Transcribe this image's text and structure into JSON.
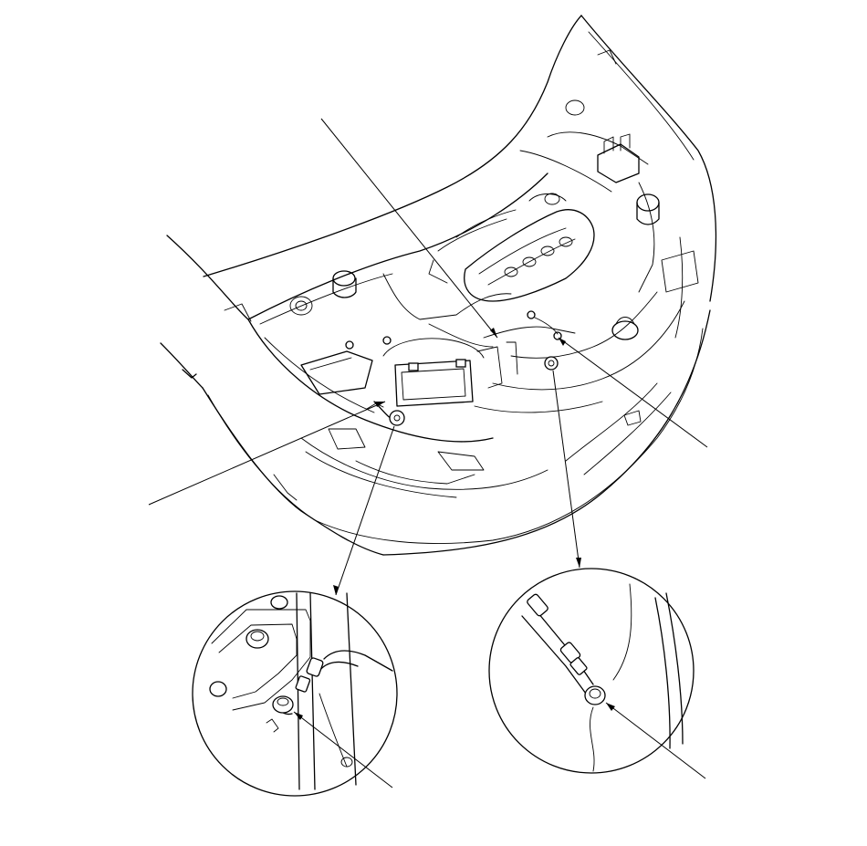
{
  "diagram": {
    "kind": "line-art",
    "colors": {
      "stroke": "#000000",
      "background": "#ffffff"
    },
    "parts": [
      "hood-outline",
      "engine-compartment",
      "battery",
      "engine-cover",
      "ground-bolt-left",
      "ground-bolt-right",
      "detail-circle-left",
      "detail-circle-right"
    ]
  }
}
